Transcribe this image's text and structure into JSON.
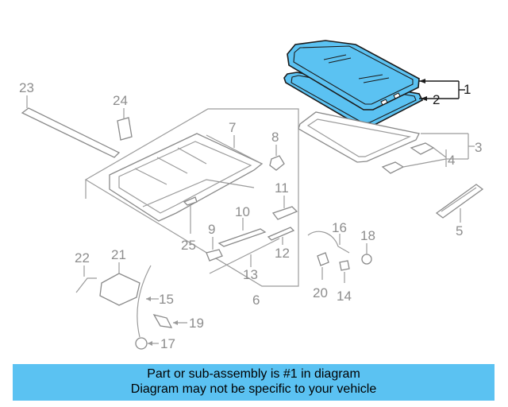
{
  "callouts": {
    "c1": "1",
    "c2": "2",
    "c3": "3",
    "c4": "4",
    "c5": "5",
    "c6": "6",
    "c7": "7",
    "c8": "8",
    "c9": "9",
    "c10": "10",
    "c11": "11",
    "c12": "12",
    "c13": "13",
    "c14": "14",
    "c15": "15",
    "c16": "16",
    "c17": "17",
    "c18": "18",
    "c19": "19",
    "c20": "20",
    "c21": "21",
    "c22": "22",
    "c23": "23",
    "c24": "24",
    "c25": "25"
  },
  "banner": {
    "line1": "Part or sub-assembly is #1 in diagram",
    "line2": "Diagram may not be specific to your vehicle",
    "color": "#5bc2f2"
  },
  "colors": {
    "highlight_part": "#5bc2f2",
    "outline": "#1a1a1a",
    "ghost": "#9b9b9b"
  }
}
